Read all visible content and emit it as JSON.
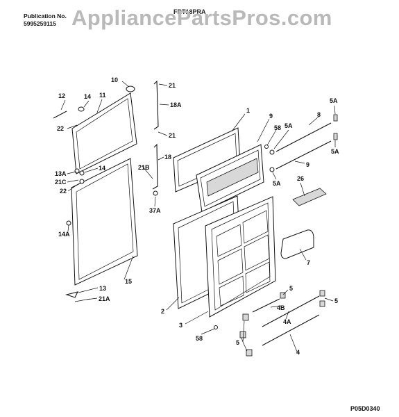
{
  "header": {
    "publication_label": "Publication No.",
    "publication_number": "5995259115",
    "model": "FRT18PRA"
  },
  "watermark": "AppliancePartsPros.com",
  "diagram_code": "P05D0340",
  "callouts": [
    {
      "id": "c-12",
      "text": "12"
    },
    {
      "id": "c-14a",
      "text": "14"
    },
    {
      "id": "c-11",
      "text": "11"
    },
    {
      "id": "c-10",
      "text": "10"
    },
    {
      "id": "c-22a",
      "text": "22"
    },
    {
      "id": "c-13a",
      "text": "13A"
    },
    {
      "id": "c-14b",
      "text": "14"
    },
    {
      "id": "c-21c",
      "text": "21C"
    },
    {
      "id": "c-22b",
      "text": "22"
    },
    {
      "id": "c-14A",
      "text": "14A"
    },
    {
      "id": "c-15",
      "text": "15"
    },
    {
      "id": "c-13",
      "text": "13"
    },
    {
      "id": "c-21A",
      "text": "21A"
    },
    {
      "id": "c-21a",
      "text": "21"
    },
    {
      "id": "c-18A",
      "text": "18A"
    },
    {
      "id": "c-21b",
      "text": "21"
    },
    {
      "id": "c-18",
      "text": "18"
    },
    {
      "id": "c-21B",
      "text": "21B"
    },
    {
      "id": "c-37A",
      "text": "37A"
    },
    {
      "id": "c-1",
      "text": "1"
    },
    {
      "id": "c-9a",
      "text": "9"
    },
    {
      "id": "c-58a",
      "text": "58"
    },
    {
      "id": "c-8",
      "text": "8"
    },
    {
      "id": "c-5Aa",
      "text": "5A"
    },
    {
      "id": "c-5Ab",
      "text": "5A"
    },
    {
      "id": "c-5Ac",
      "text": "5A"
    },
    {
      "id": "c-9b",
      "text": "9"
    },
    {
      "id": "c-5Ad",
      "text": "5A"
    },
    {
      "id": "c-26",
      "text": "26"
    },
    {
      "id": "c-7",
      "text": "7"
    },
    {
      "id": "c-5a",
      "text": "5"
    },
    {
      "id": "c-5b",
      "text": "5"
    },
    {
      "id": "c-4B",
      "text": "4B"
    },
    {
      "id": "c-4A",
      "text": "4A"
    },
    {
      "id": "c-2",
      "text": "2"
    },
    {
      "id": "c-3",
      "text": "3"
    },
    {
      "id": "c-58b",
      "text": "58"
    },
    {
      "id": "c-5c",
      "text": "5"
    },
    {
      "id": "c-4",
      "text": "4"
    }
  ]
}
